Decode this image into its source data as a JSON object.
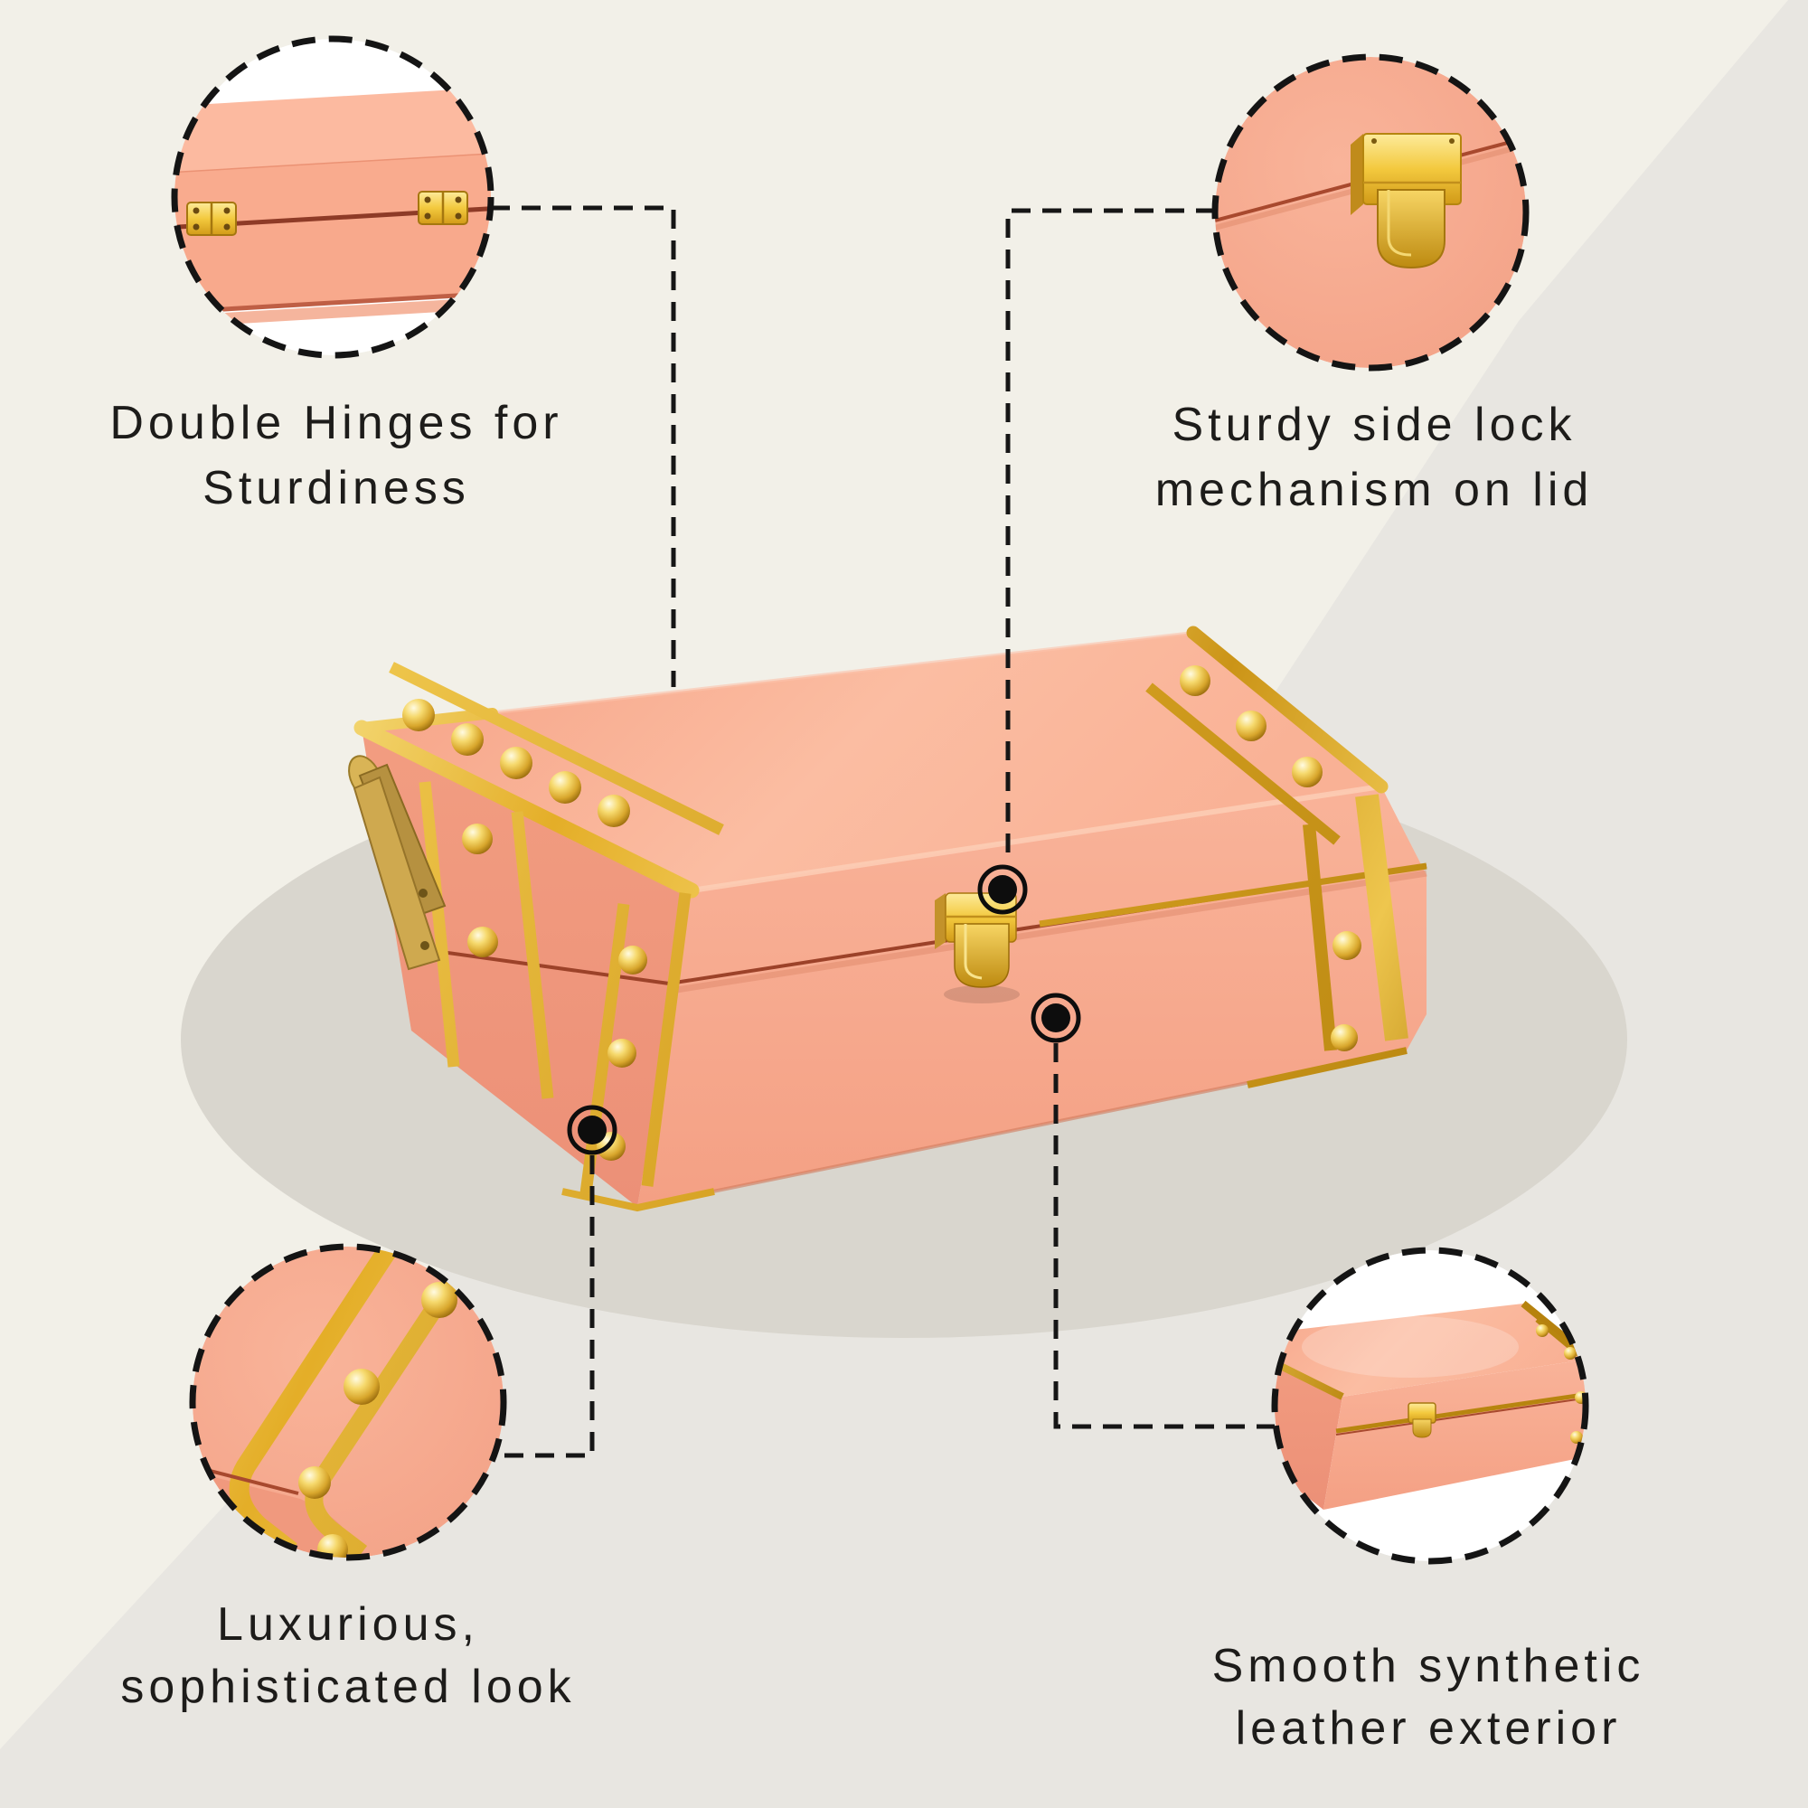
{
  "callouts": {
    "top_left": {
      "line1": "Double Hinges for",
      "line2": "Sturdiness"
    },
    "top_right": {
      "line1": "Sturdy side lock",
      "line2": "mechanism on lid"
    },
    "bottom_left": {
      "line1": "Luxurious,",
      "line2": "sophisticated look"
    },
    "bottom_right": {
      "line1": "Smooth synthetic",
      "line2": "leather exterior"
    }
  },
  "product": {
    "item": "jewelry trunk box",
    "material_color": "peach synthetic leather",
    "hardware_color": "gold"
  },
  "colors": {
    "background_cream": "#f2f0e8",
    "background_gray": "#e8e6e1",
    "shadow_ellipse": "#d9d6ce",
    "leather_peach": "#f7a98c",
    "leather_light": "#fbbda2",
    "gold": "#e2b136",
    "text": "#1d1c1a",
    "marker_black": "#121212"
  }
}
